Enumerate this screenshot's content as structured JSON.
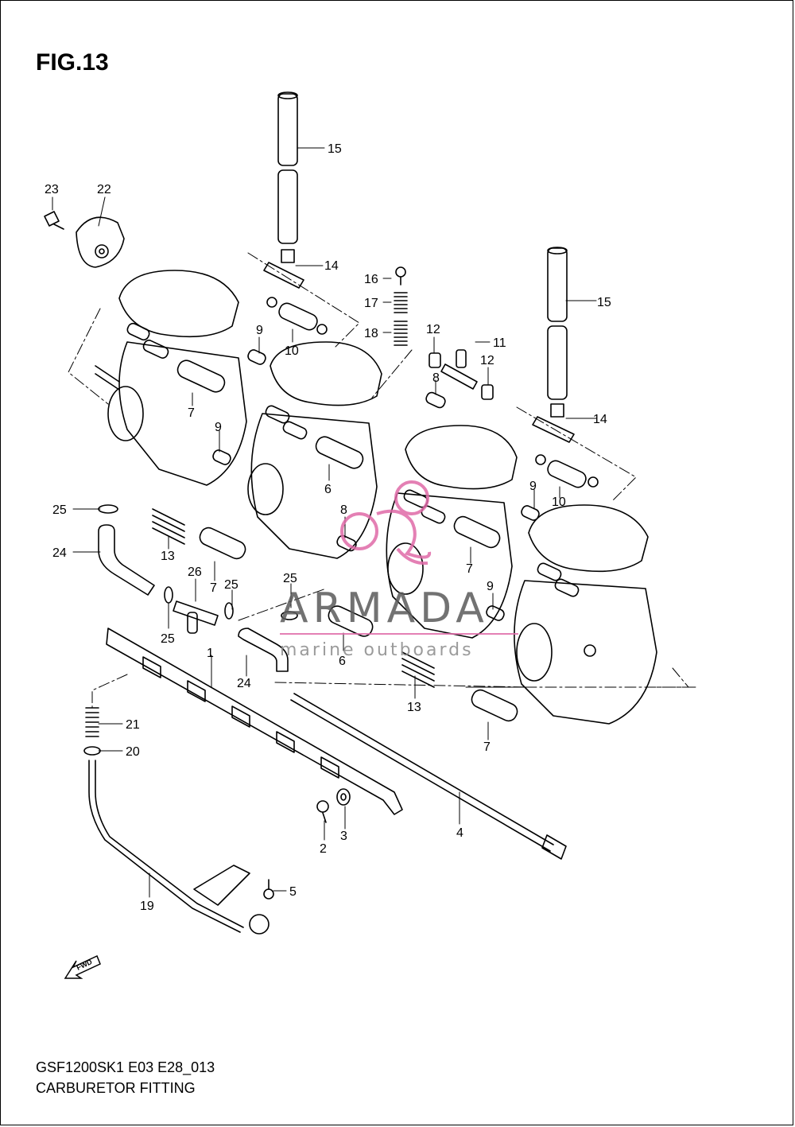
{
  "figure": {
    "title": "FIG.13"
  },
  "footer": {
    "model_code": "GSF1200SK1 E03 E28_013",
    "name": "CARBURETOR FITTING"
  },
  "watermark": {
    "brand": "ARMADA",
    "tagline": "marine outboards",
    "accent_color": "#e06aa8",
    "text_color": "#5a5a5a"
  },
  "fwd_arrow": {
    "label": "FWD"
  },
  "callouts": {
    "c15a": "15",
    "c15b": "15",
    "c14a": "14",
    "c14b": "14",
    "c23": "23",
    "c22": "22",
    "c16": "16",
    "c17": "17",
    "c18": "18",
    "c12a": "12",
    "c12b": "12",
    "c11": "11",
    "c9a": "9",
    "c9b": "9",
    "c9c": "9",
    "c9d": "9",
    "c10a": "10",
    "c10b": "10",
    "c8a": "8",
    "c8b": "8",
    "c7a": "7",
    "c7b": "7",
    "c7c": "7",
    "c7d": "7",
    "c6a": "6",
    "c6b": "6",
    "c25a": "25",
    "c25b": "25",
    "c25c": "25",
    "c25d": "25",
    "c24a": "24",
    "c24b": "24",
    "c13a": "13",
    "c13b": "13",
    "c26": "26",
    "c1": "1",
    "c21": "21",
    "c20": "20",
    "c2": "2",
    "c3": "3",
    "c4": "4",
    "c5": "5",
    "c19": "19"
  }
}
